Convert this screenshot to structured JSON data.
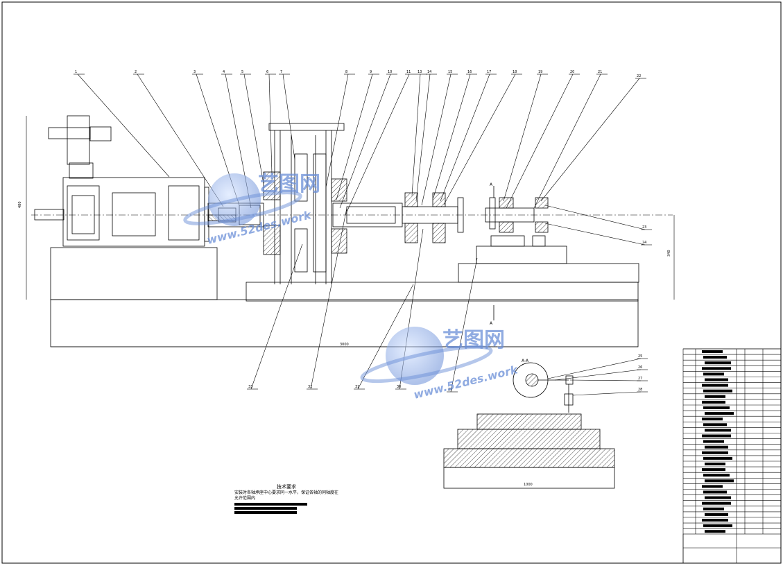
{
  "drawing": {
    "balloons": [
      "1",
      "2",
      "3",
      "4",
      "5",
      "6",
      "7",
      "8",
      "9",
      "10",
      "11",
      "13",
      "14",
      "15",
      "16",
      "17",
      "18",
      "19",
      "20",
      "21",
      "22",
      "23",
      "24",
      "25",
      "26",
      "27",
      "28",
      "29",
      "30",
      "31",
      "32",
      "33"
    ],
    "section_marker": "A",
    "section_view_label": "A-A",
    "dim_left_height": "480",
    "dim_right_height": "340",
    "dim_overall_length": "3000",
    "dim_section_base": "1000"
  },
  "tech_requirements": {
    "title": "技术要求",
    "line1": "安装时各轴承座中心要求同一水平，保证各轴的同轴度在允许范围内"
  },
  "watermark": {
    "cn": "艺图网",
    "en": "www.52des.work"
  },
  "colors": {
    "ink": "#000000",
    "watermark": "#6b8fd8"
  }
}
